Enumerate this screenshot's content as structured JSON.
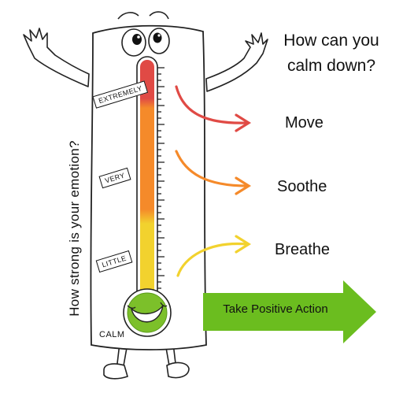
{
  "question": {
    "line1": "How can you",
    "line2": "calm down?"
  },
  "side_label": "How strong is your emotion?",
  "levels": {
    "extremely": "EXTREMELY",
    "very": "VERY",
    "little": "LITTLE",
    "calm": "CALM"
  },
  "strategies": {
    "move": "Move",
    "soothe": "Soothe",
    "breathe": "Breathe"
  },
  "action": "Take Positive Action",
  "colors": {
    "red": "#e04a45",
    "orange": "#f58a2a",
    "yellow": "#f2d22e",
    "green": "#7cc02a",
    "action_arrow": "#6bbd1f"
  }
}
